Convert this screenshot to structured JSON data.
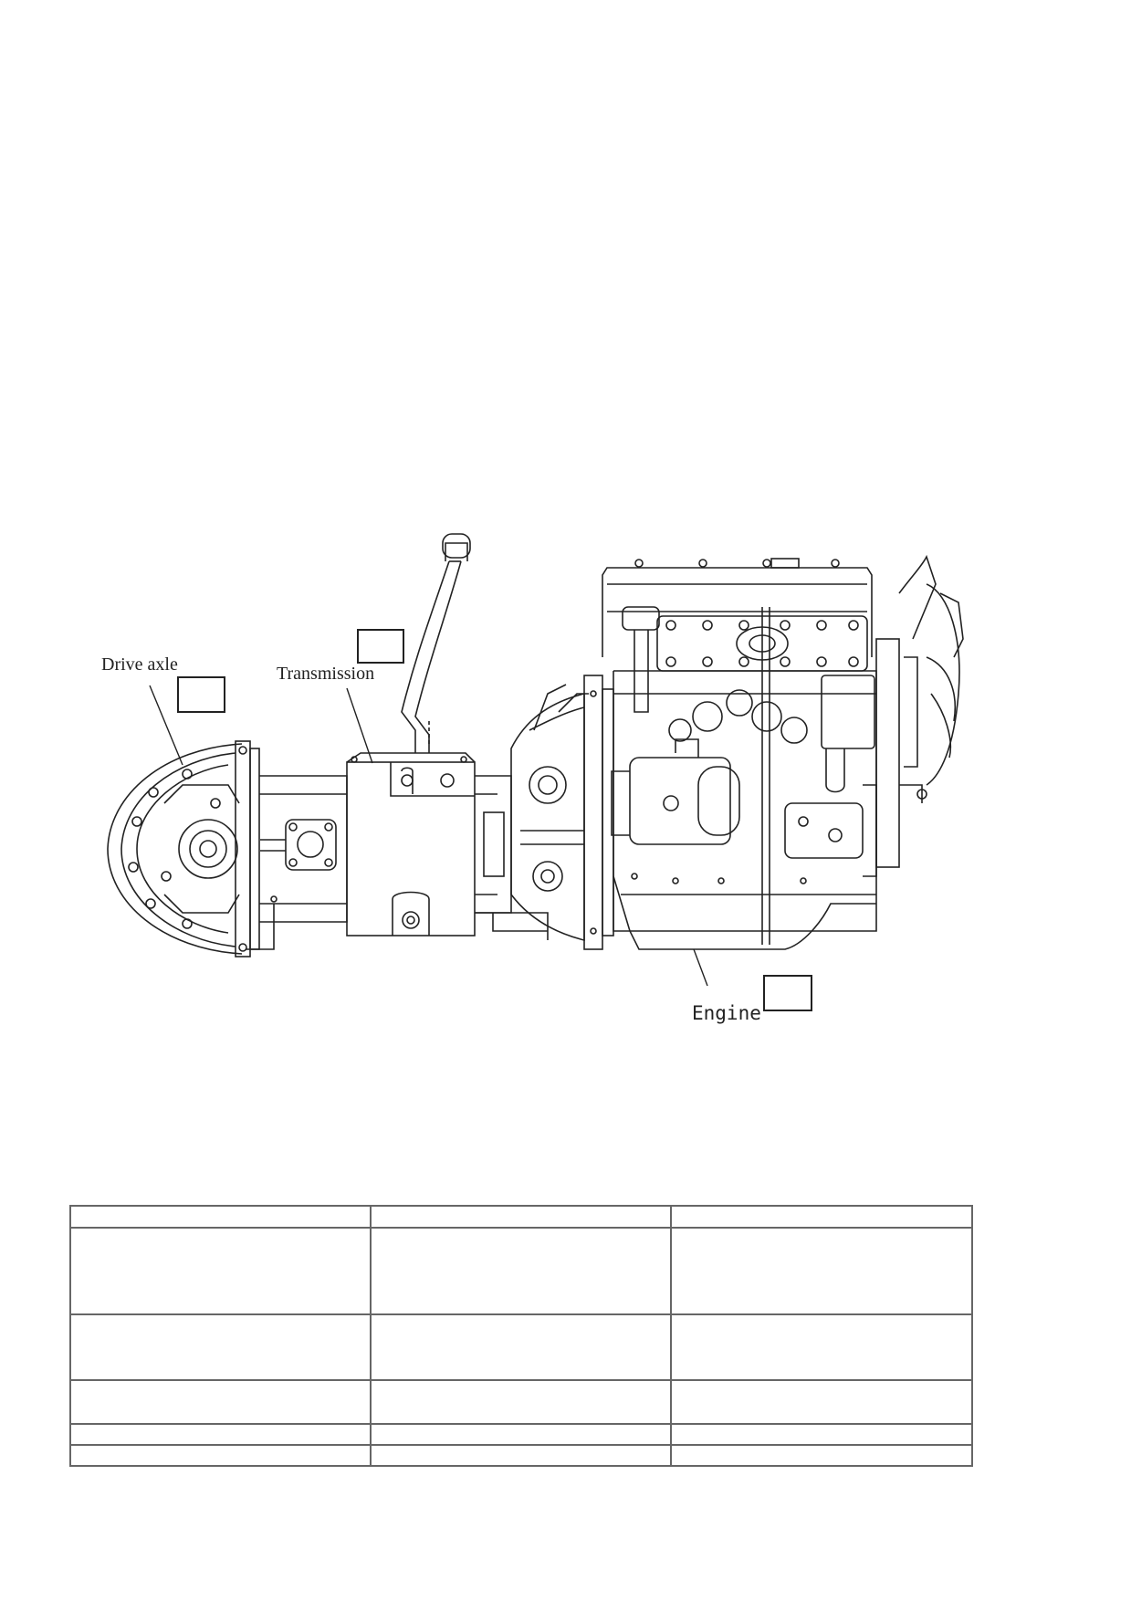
{
  "labels": {
    "drive_axle": "Drive axle",
    "transmission": "Transmission",
    "engine": "Engine"
  },
  "colors": {
    "line": "#222222",
    "table_border": "#666666"
  },
  "table": {
    "rows": [
      [
        "",
        "",
        ""
      ],
      [
        "",
        "",
        ""
      ],
      [
        "",
        "",
        ""
      ],
      [
        "",
        "",
        ""
      ],
      [
        "",
        "",
        ""
      ],
      [
        "",
        "",
        ""
      ]
    ]
  }
}
